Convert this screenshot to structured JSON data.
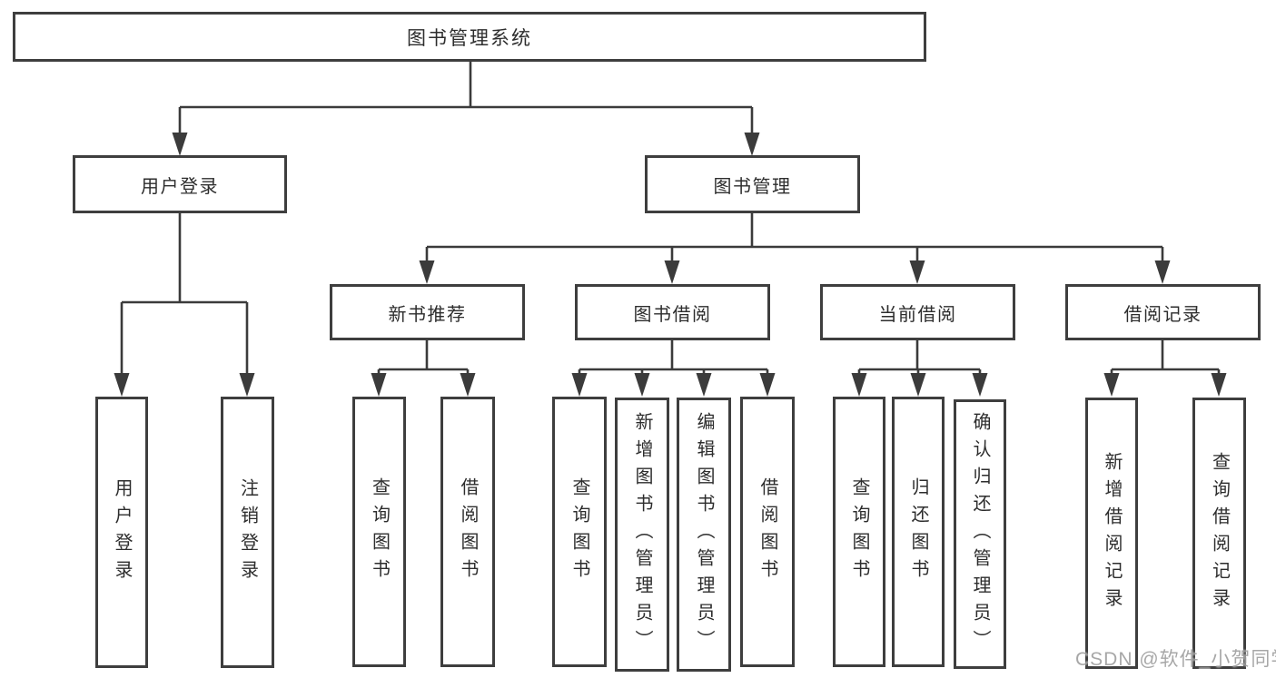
{
  "diagram": {
    "type": "tree",
    "title": "图书管理系统",
    "colors": {
      "line": "#3b3b3b",
      "box_border": "#3e3e3e",
      "text": "#2d2d2d",
      "background": "#ffffff",
      "watermark": "#9e9e9e"
    },
    "nodes": {
      "root": {
        "label": "图书管理系统",
        "level": 1,
        "parent": null
      },
      "user_login": {
        "label": "用户登录",
        "level": 2,
        "parent": "root"
      },
      "book_mgmt": {
        "label": "图书管理",
        "level": 2,
        "parent": "root"
      },
      "new_book_rec": {
        "label": "新书推荐",
        "level": 3,
        "parent": "book_mgmt"
      },
      "book_borrow": {
        "label": "图书借阅",
        "level": 3,
        "parent": "book_mgmt"
      },
      "current_borrow": {
        "label": "当前借阅",
        "level": 3,
        "parent": "book_mgmt"
      },
      "borrow_record": {
        "label": "借阅记录",
        "level": 3,
        "parent": "book_mgmt"
      },
      "ul_login": {
        "label": "用户登录",
        "level": 4,
        "parent": "user_login"
      },
      "ul_logout": {
        "label": "注销登录",
        "level": 4,
        "parent": "user_login"
      },
      "nb_query": {
        "label": "查询图书",
        "level": 4,
        "parent": "new_book_rec"
      },
      "nb_borrow": {
        "label": "借阅图书",
        "level": 4,
        "parent": "new_book_rec"
      },
      "bb_query": {
        "label": "查询图书",
        "level": 4,
        "parent": "book_borrow"
      },
      "bb_add": {
        "label": "新增图书（管理员）",
        "level": 4,
        "parent": "book_borrow"
      },
      "bb_edit": {
        "label": "编辑图书（管理员）",
        "level": 4,
        "parent": "book_borrow"
      },
      "bb_borrow": {
        "label": "借阅图书",
        "level": 4,
        "parent": "book_borrow"
      },
      "cb_query": {
        "label": "查询图书",
        "level": 4,
        "parent": "current_borrow"
      },
      "cb_return": {
        "label": "归还图书",
        "level": 4,
        "parent": "current_borrow"
      },
      "cb_confirm": {
        "label": "确认归还（管理员）",
        "level": 4,
        "parent": "current_borrow"
      },
      "br_add": {
        "label": "新增借阅记录",
        "level": 4,
        "parent": "borrow_record"
      },
      "br_query": {
        "label": "查询借阅记录",
        "level": 4,
        "parent": "borrow_record"
      }
    }
  },
  "watermark": {
    "text": "CSDN @软件_小贺同学"
  }
}
